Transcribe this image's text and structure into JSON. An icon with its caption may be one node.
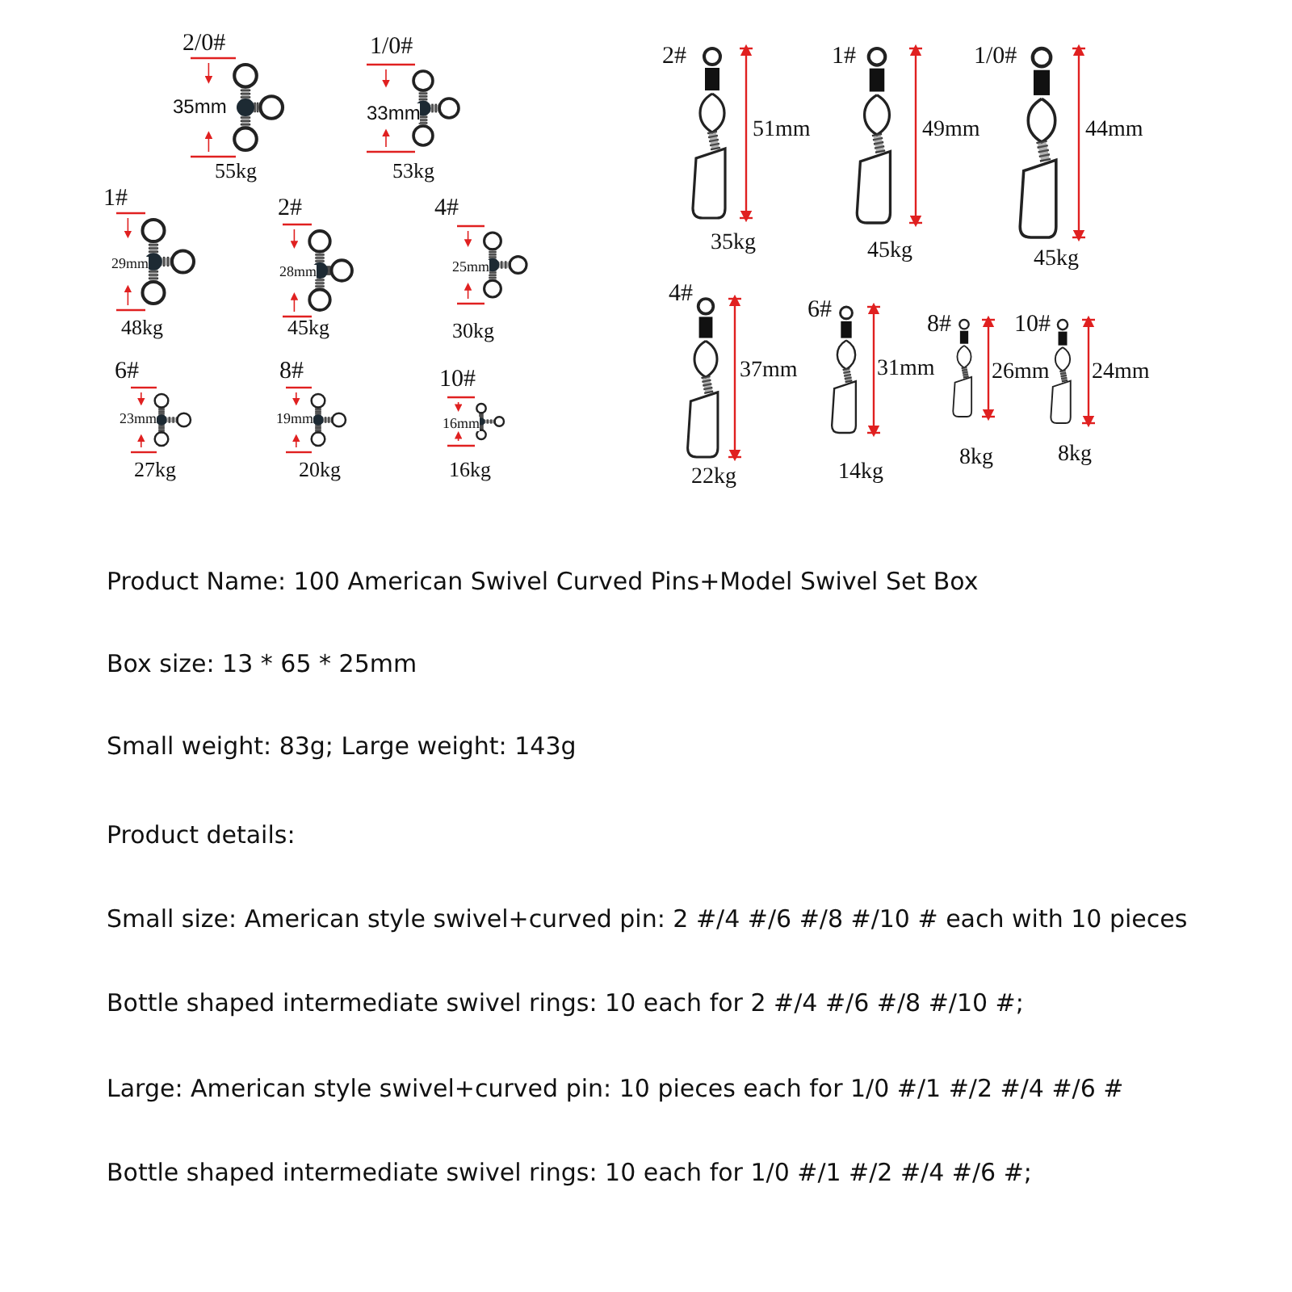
{
  "diagram": {
    "labels": [
      "2/0#",
      "35mm",
      "55kg",
      "1/0#",
      "33mm",
      "53kg",
      "1#",
      "29mm",
      "48kg",
      "2#",
      "28mm",
      "45kg",
      "4#",
      "25mm",
      "30kg",
      "6#",
      "23mm",
      "27kg",
      "8#",
      "19mm",
      "20kg",
      "10#",
      "16mm",
      "16kg",
      "2#",
      "51mm",
      "35kg",
      "1#",
      "49mm",
      "45kg",
      "1/0#",
      "44mm",
      "45kg",
      "4#",
      "37mm",
      "22kg",
      "6#",
      "31mm",
      "14kg",
      "8#",
      "26mm",
      "8kg",
      "10#",
      "24mm",
      "8kg",
      "Product Name: 100 American Swivel Curved Pins+Model Swivel Set Box",
      "Box size: 13 * 65 * 25mm",
      "Small weight: 83g; Large weight: 143g",
      "Product details:",
      "Small size: American style swivel+curved pin: 2 #/4 #/6 #/8 #/10 # each with 10 pieces",
      "Bottle shaped intermediate swivel rings: 10 each for 2 #/4 #/6 #/8 #/10 #;",
      "Large: American style swivel+curved pin: 10 pieces each for 1/0 #/1 #/2 #/4 #/6 #",
      "Bottle shaped intermediate swivel rings: 10 each for 1/0 #/1 #/2 #/4 #/6 #;"
    ]
  }
}
